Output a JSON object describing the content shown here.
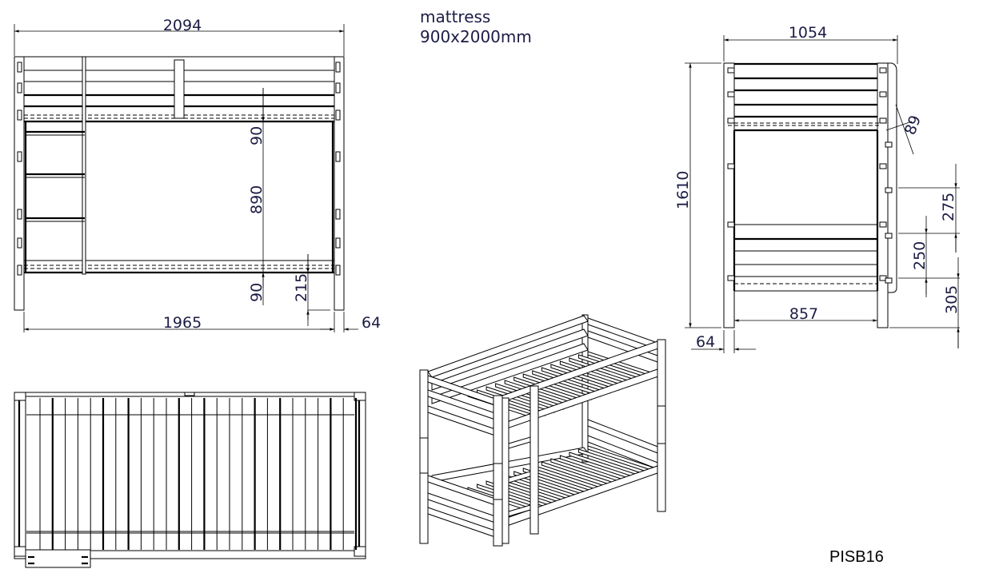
{
  "mattress_note": {
    "label": "mattress",
    "size": "900x2000mm"
  },
  "model_code": "PISB16",
  "front_view": {
    "overall_length": "2094",
    "inner_length": "1965",
    "post_width": "64",
    "top_gap": "90",
    "bunk_spacing": "890",
    "bottom_gap": "90",
    "floor_clearance": "215"
  },
  "side_view": {
    "overall_width": "1054",
    "overall_height": "1610",
    "inner_width": "857",
    "post_width": "64",
    "rail_offset": "89",
    "rail_spacing_upper": "275",
    "rail_spacing_lower": "250",
    "bottom_rail_height": "305"
  },
  "views": [
    "front",
    "side",
    "top",
    "isometric"
  ]
}
